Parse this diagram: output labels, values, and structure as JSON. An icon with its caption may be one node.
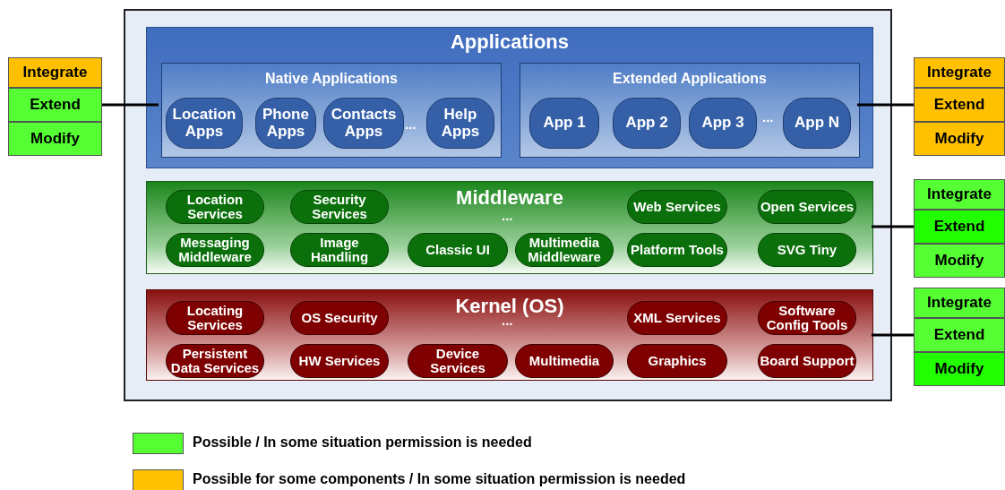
{
  "diagram": {
    "nodes": [
      {
        "text": [],
        "shape": "box"
      },
      {
        "text": [
          "Applications"
        ],
        "in": 0
      },
      {
        "text": [
          "Native Applications"
        ],
        "in": 1
      },
      {
        "text": [
          "Location Apps"
        ],
        "in": 2
      },
      {
        "text": [
          "Phone Apps"
        ],
        "in": 2
      },
      {
        "text": [
          "Contacts Apps"
        ],
        "in": 2
      },
      {
        "text": [
          "Help Apps"
        ],
        "in": 2
      },
      {
        "text": [
          "Extended Applications"
        ],
        "in": 1
      },
      {
        "text": [
          "App 1"
        ],
        "in": 7
      },
      {
        "text": [
          "App 2"
        ],
        "in": 7
      },
      {
        "text": [
          "App 3"
        ],
        "in": 7
      },
      {
        "text": [
          "App N"
        ],
        "in": 7
      },
      {
        "text": [
          "Middleware"
        ],
        "in": 0
      },
      {
        "text": [
          "Location Services"
        ],
        "in": 12
      },
      {
        "text": [
          "Security Services"
        ],
        "in": 12
      },
      {
        "text": [
          "Web Services"
        ],
        "in": 12
      },
      {
        "text": [
          "Open Services"
        ],
        "in": 12
      },
      {
        "text": [
          "Messaging Middleware"
        ],
        "in": 12
      },
      {
        "text": [
          "Image Handling"
        ],
        "in": 12
      },
      {
        "text": [
          "Classic UI"
        ],
        "in": 12
      },
      {
        "text": [
          "Multimedia Middleware"
        ],
        "in": 12
      },
      {
        "text": [
          "Platform Tools"
        ],
        "in": 12
      },
      {
        "text": [
          "SVG Tiny"
        ],
        "in": 12
      },
      {
        "text": [
          "Kernel (OS)"
        ],
        "in": 0
      },
      {
        "text": [
          "Locating Services"
        ],
        "in": 23
      },
      {
        "text": [
          "OS Security"
        ],
        "in": 23
      },
      {
        "text": [
          "XML Services"
        ],
        "in": 23
      },
      {
        "text": [
          "Software Config Tools"
        ],
        "in": 23
      },
      {
        "text": [
          "Persistent Data Services"
        ],
        "in": 23
      },
      {
        "text": [
          "HW Services"
        ],
        "in": 23
      },
      {
        "text": [
          "Device Services"
        ],
        "in": 23
      },
      {
        "text": [
          "Multimedia"
        ],
        "in": 23
      },
      {
        "text": [
          "Graphics"
        ],
        "in": 23
      },
      {
        "text": [
          "Board Support"
        ],
        "in": 23
      },
      {
        "text": [
          "Integrate"
        ]
      },
      {
        "text": [
          "Extend"
        ]
      },
      {
        "text": [
          "Modify"
        ]
      },
      {
        "text": [
          "Integrate"
        ]
      },
      {
        "text": [
          "Extend"
        ]
      },
      {
        "text": [
          "Modify"
        ]
      },
      {
        "text": [
          "Integrate"
        ]
      },
      {
        "text": [
          "Extend"
        ]
      },
      {
        "text": [
          "Modify"
        ]
      },
      {
        "text": [
          "Integrate"
        ]
      },
      {
        "text": [
          "Extend"
        ]
      },
      {
        "text": [
          "Modify"
        ]
      }
    ],
    "edges": [
      {
        "from": 35,
        "to": 2,
        "arrow": "none"
      },
      {
        "from": 7,
        "to": 38,
        "arrow": "none"
      },
      {
        "from": 12,
        "to": 41,
        "arrow": "none"
      },
      {
        "from": 23,
        "to": 44,
        "arrow": "none"
      }
    ],
    "labels": [
      "...",
      "...",
      "...",
      "..."
    ],
    "legend": [
      {
        "text": "Possible / In some situation permission is needed",
        "color": "#55ff33"
      },
      {
        "text": "Possible for some components / In some situation permission is needed",
        "color": "#ffc000"
      }
    ]
  }
}
